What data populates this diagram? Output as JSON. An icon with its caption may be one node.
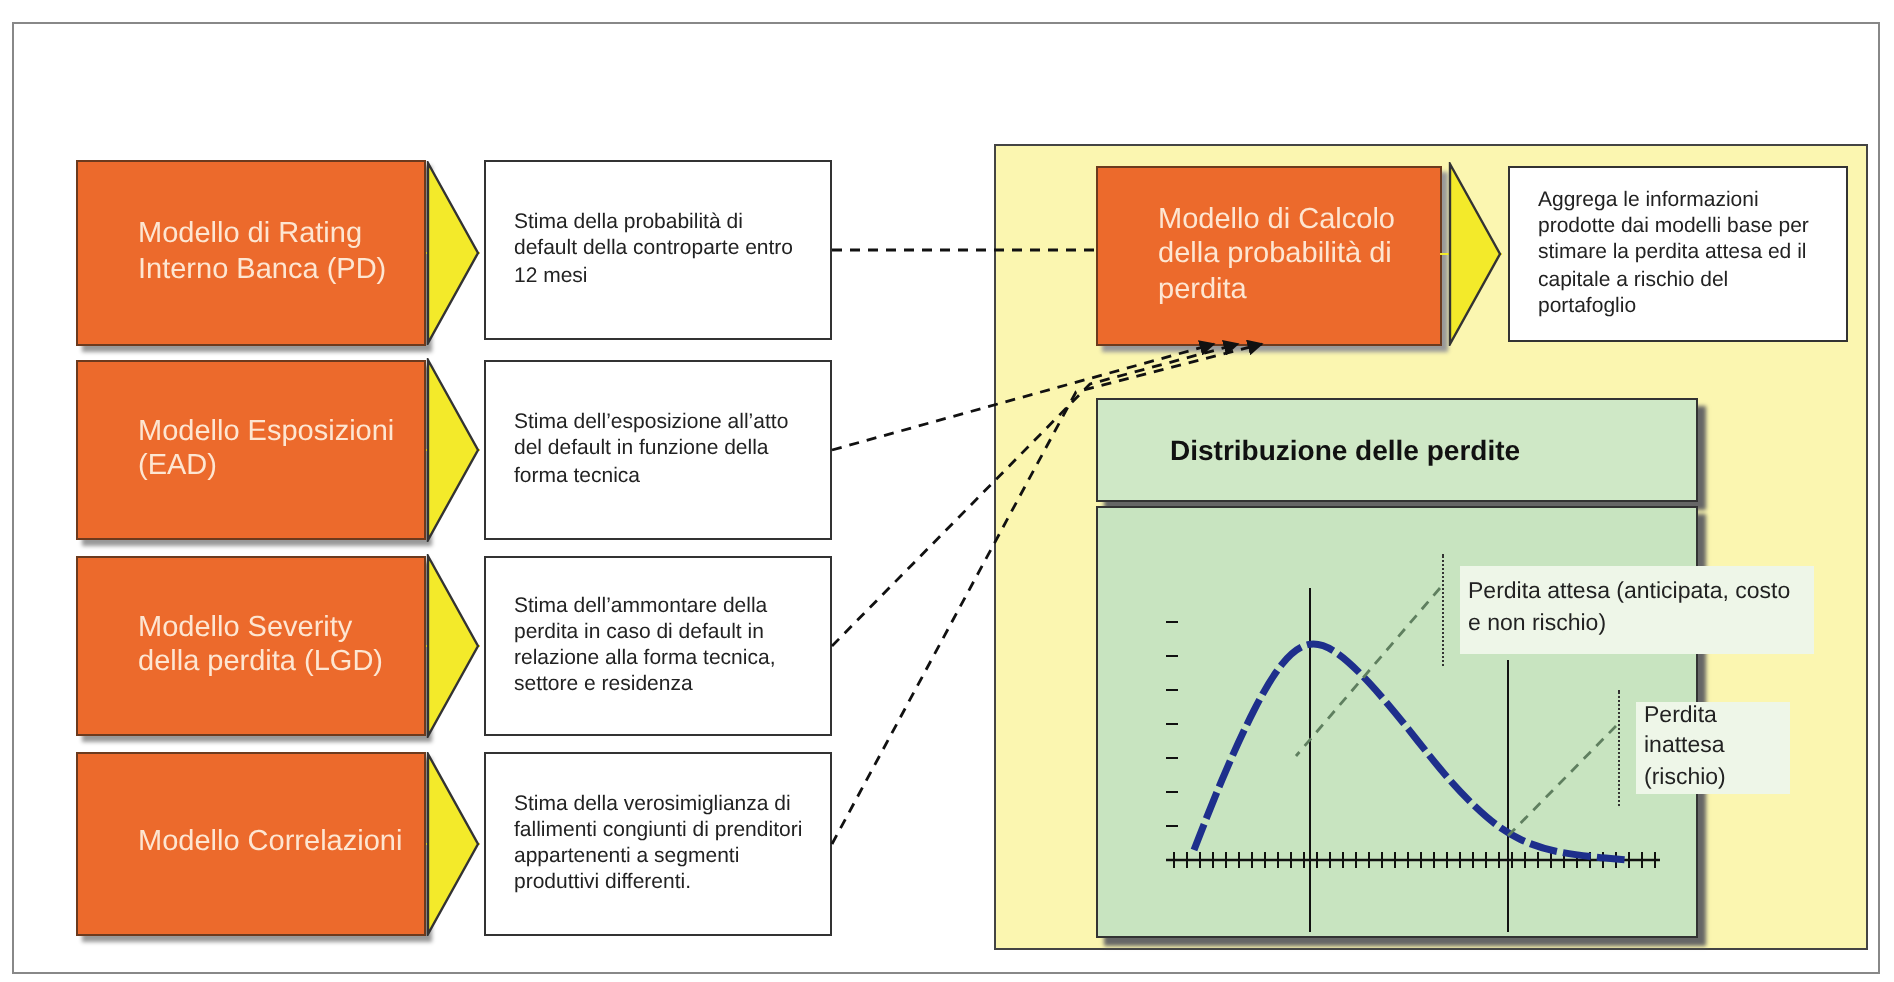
{
  "diagram": {
    "nodes": [
      {
        "text": [
          "Modello di Rating Interno Banca (PD)"
        ]
      },
      {
        "text": [
          "Stima della probabilità di default della controparte entro 12 mesi"
        ]
      },
      {
        "text": [
          "Modello Esposizioni (EAD)"
        ]
      },
      {
        "text": [
          "Stima dell’esposizione all’atto del default in funzione della forma tecnica"
        ]
      },
      {
        "text": [
          "Modello Severity della perdita (LGD)"
        ]
      },
      {
        "text": [
          "Stima dell’ammontare della perdita in caso di default  in relazione alla forma tecnica, settore e residenza"
        ]
      },
      {
        "text": [
          "Modello Correlazioni"
        ]
      },
      {
        "text": [
          "Stima della verosimiglianza di fallimenti congiunti di prenditori appartenenti a segmenti produttivi differenti."
        ]
      },
      {
        "text": [],
        "shape": "box"
      },
      {
        "text": [
          "Modello di Calcolo della probabilità di perdita"
        ],
        "in": 8
      },
      {
        "text": [
          "Aggrega le informazioni prodotte dai modelli base per stimare la perdita attesa ed il capitale a rischio del portafoglio"
        ],
        "in": 8
      },
      {
        "text": [
          "Distribuzione delle perdite"
        ],
        "in": 8
      },
      {
        "text": [],
        "shape": "picture",
        "in": 8
      },
      {
        "text": [
          "Perdita attesa (anticipata, costo e non rischio)"
        ],
        "in": 8
      },
      {
        "text": [
          "Perdita inattesa (rischio)"
        ],
        "in": 8
      }
    ],
    "edges": [
      {
        "from": 0,
        "to": 1,
        "arrow": "to"
      },
      {
        "from": 2,
        "to": 3,
        "arrow": "to"
      },
      {
        "from": 4,
        "to": 5,
        "arrow": "to"
      },
      {
        "from": 6,
        "to": 7,
        "arrow": "to"
      },
      {
        "from": 9,
        "to": 10,
        "arrow": "to"
      },
      {
        "from": 1,
        "to": 9,
        "arrow": "none",
        "style": "dashed",
        "color": "#111111"
      },
      {
        "from": 3,
        "to": 9,
        "arrow": "to",
        "style": "dashed",
        "color": "#111111"
      },
      {
        "from": 5,
        "to": 9,
        "arrow": "to",
        "style": "dashed",
        "color": "#111111"
      },
      {
        "from": 7,
        "to": 9,
        "arrow": "to",
        "style": "dashed",
        "color": "#111111"
      },
      {
        "from": 13,
        "to": 12,
        "arrow": "none",
        "style": "dashed",
        "color": "#5f7f5f"
      },
      {
        "from": 14,
        "to": 12,
        "arrow": "none",
        "style": "dashed",
        "color": "#5f7f5f"
      }
    ]
  }
}
